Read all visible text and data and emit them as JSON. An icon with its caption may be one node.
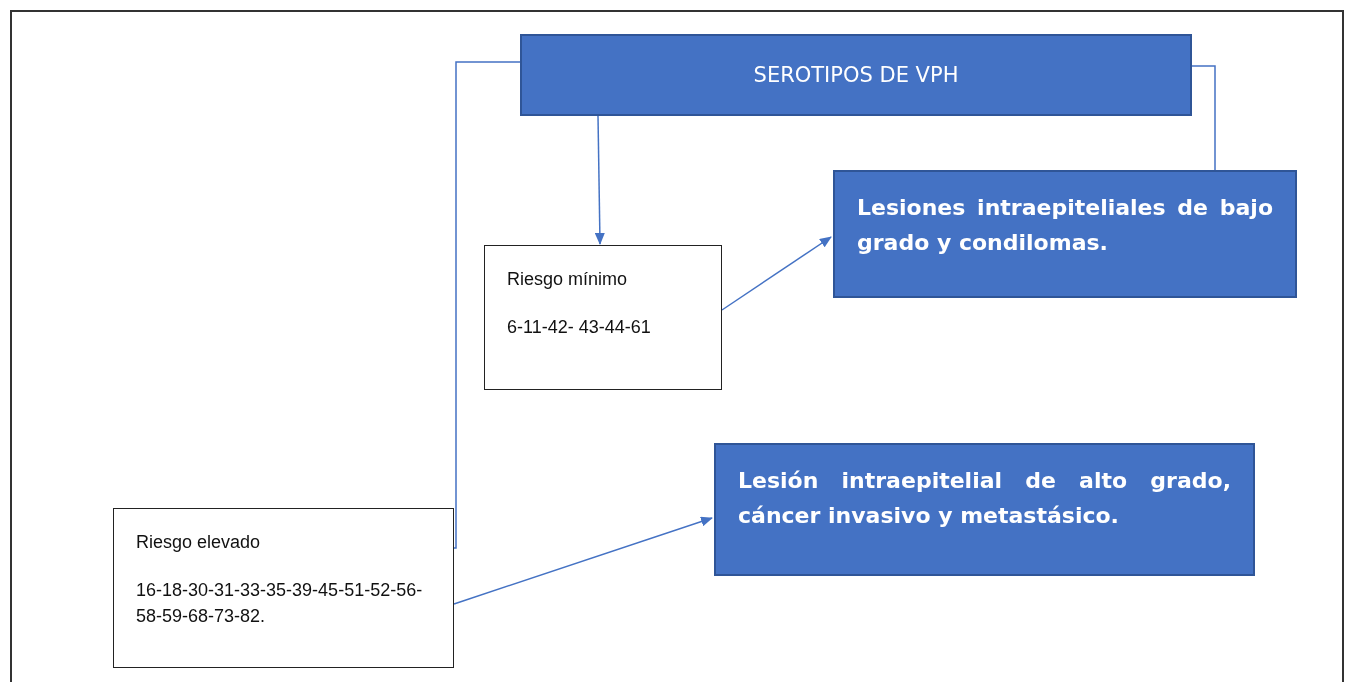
{
  "diagram": {
    "nodes": [
      {
        "text": [
          "SEROTIPOS DE VPH"
        ]
      },
      {
        "text": [
          "Riesgo mínimo",
          "6-11-42- 43-44-61"
        ]
      },
      {
        "text": [
          "Lesiones intraepiteliales de bajo grado y condilomas."
        ]
      },
      {
        "text": [
          "Riesgo elevado",
          "16-18-30-31-33-35-39-45-51-52-56-58-59-68-73-82."
        ]
      },
      {
        "text": [
          "Lesión intraepitelial de alto grado, cáncer invasivo y metastásico."
        ]
      }
    ],
    "edges": [
      {
        "from": 0,
        "to": 1,
        "arrow": "to"
      },
      {
        "from": 0,
        "to": 3,
        "arrow": "none"
      },
      {
        "from": 0,
        "to": 2,
        "arrow": "none"
      },
      {
        "from": 1,
        "to": 2,
        "arrow": "to"
      },
      {
        "from": 3,
        "to": 4,
        "arrow": "to"
      }
    ]
  }
}
